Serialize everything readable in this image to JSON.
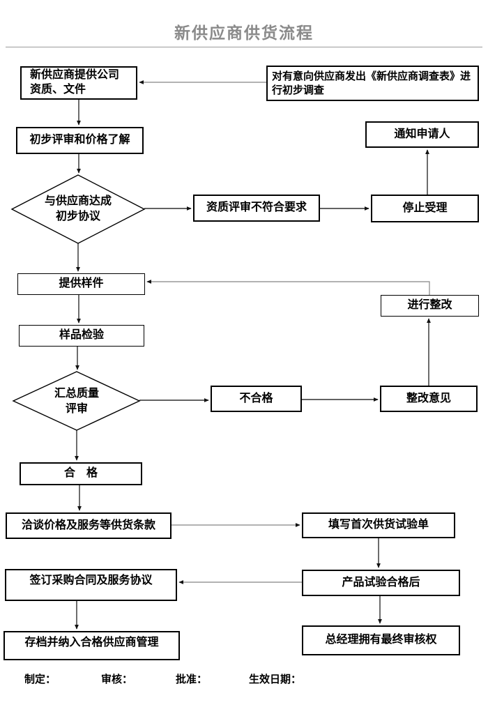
{
  "page": {
    "title": "新供应商供货流程"
  },
  "colors": {
    "title_gray": "#8a8a8a",
    "line_black": "#2e2e2e",
    "line_gray": "#858585",
    "box_border": "#000000",
    "background": "#ffffff"
  },
  "nodes": {
    "provide": {
      "label": "新供应商提供公司资质、文件"
    },
    "survey": {
      "label": "对有意向供应商发出《新供应商调查表》进行初步调查"
    },
    "review": {
      "label": "初步评审和价格了解"
    },
    "agreement": {
      "label": "与供应商达成初步协议"
    },
    "notify": {
      "label": "通知申请人"
    },
    "fail_qual": {
      "label": "资质评审不符合要求"
    },
    "stop": {
      "label": "停止受理"
    },
    "sample": {
      "label": "提供样件"
    },
    "rectify": {
      "label": "进行整改"
    },
    "inspect": {
      "label": "样品检验"
    },
    "quality": {
      "label": "汇总质量评审"
    },
    "unqualified": {
      "label": "不合格"
    },
    "opinion": {
      "label": "整改意见"
    },
    "qualified": {
      "label": "合　格"
    },
    "negotiate": {
      "label": "洽谈价格及服务等供货条款"
    },
    "first_supply": {
      "label": "填写首次供货试验单"
    },
    "product_pass": {
      "label": "产品试验合格后"
    },
    "sign": {
      "label": "签订采购合同及服务协议"
    },
    "archive": {
      "label": "存档并纳入合格供应商管理"
    },
    "gm": {
      "label": "总经理拥有最终审核权"
    }
  },
  "footer": {
    "made": "制定：",
    "reviewed": "审核：",
    "approved": "批准：",
    "effective": "生效日期："
  }
}
